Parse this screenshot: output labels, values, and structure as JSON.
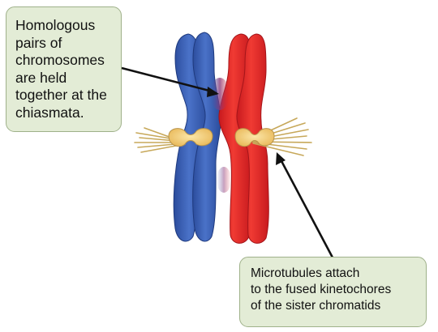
{
  "callouts": {
    "chiasmata": {
      "lines": [
        "Homologous",
        "pairs of",
        "chromosomes",
        "are held",
        "together at the",
        "chiasmata."
      ]
    },
    "kinetochores": {
      "lines": [
        "Microtubules attach",
        "to the fused kinetochores",
        "of the sister chromatids"
      ]
    }
  },
  "colors": {
    "homolog_left": "#3a5fb4",
    "homolog_right": "#e3262a",
    "kinetochore": "#f6d27a",
    "microtubule": "#c7a85a",
    "callout_fill": "#e3ecd6",
    "callout_border": "#9fb18a",
    "arrow": "#111111"
  }
}
